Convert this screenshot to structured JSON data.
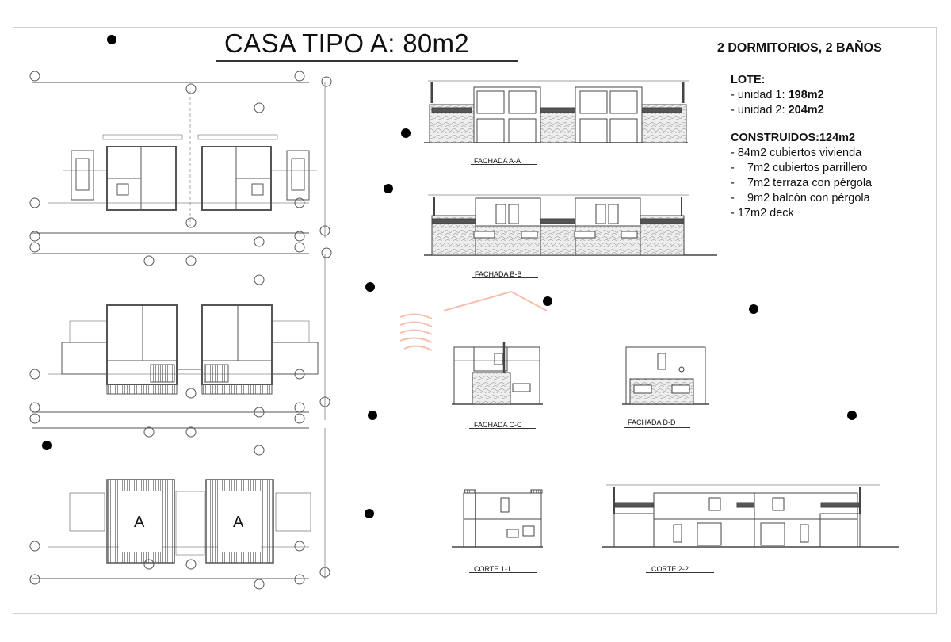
{
  "header": {
    "title": "CASA TIPO A: 80m2",
    "subtitle": "2 DORMITORIOS, 2 BAÑOS"
  },
  "info": {
    "lote_heading": "LOTE:",
    "lote_items": [
      {
        "label": "- unidad 1:  ",
        "value": "198m2"
      },
      {
        "label": "- unidad 2:  ",
        "value": "204m2"
      }
    ],
    "construidos_heading": "CONSTRUIDOS:124m2",
    "construidos_items": [
      "- 84m2 cubiertos vivienda",
      "-    7m2 cubiertos parrillero",
      "-    7m2 terraza con pérgola",
      "-    9m2 balcón con pérgola",
      "- 17m2 deck"
    ]
  },
  "captions": {
    "fachada_aa": "FACHADA A-A",
    "fachada_bb": "FACHADA B-B",
    "fachada_cc": "FACHADA C-C",
    "fachada_dd": "FACHADA D-D",
    "corte_11": "CORTE 1-1",
    "corte_22": "CORTE 2-2"
  },
  "plan_labels": {
    "roof_left": "A",
    "roof_right": "A"
  },
  "colors": {
    "line": "#444444",
    "stone": "#bdbdbd",
    "watermark": "#f08a6a"
  }
}
